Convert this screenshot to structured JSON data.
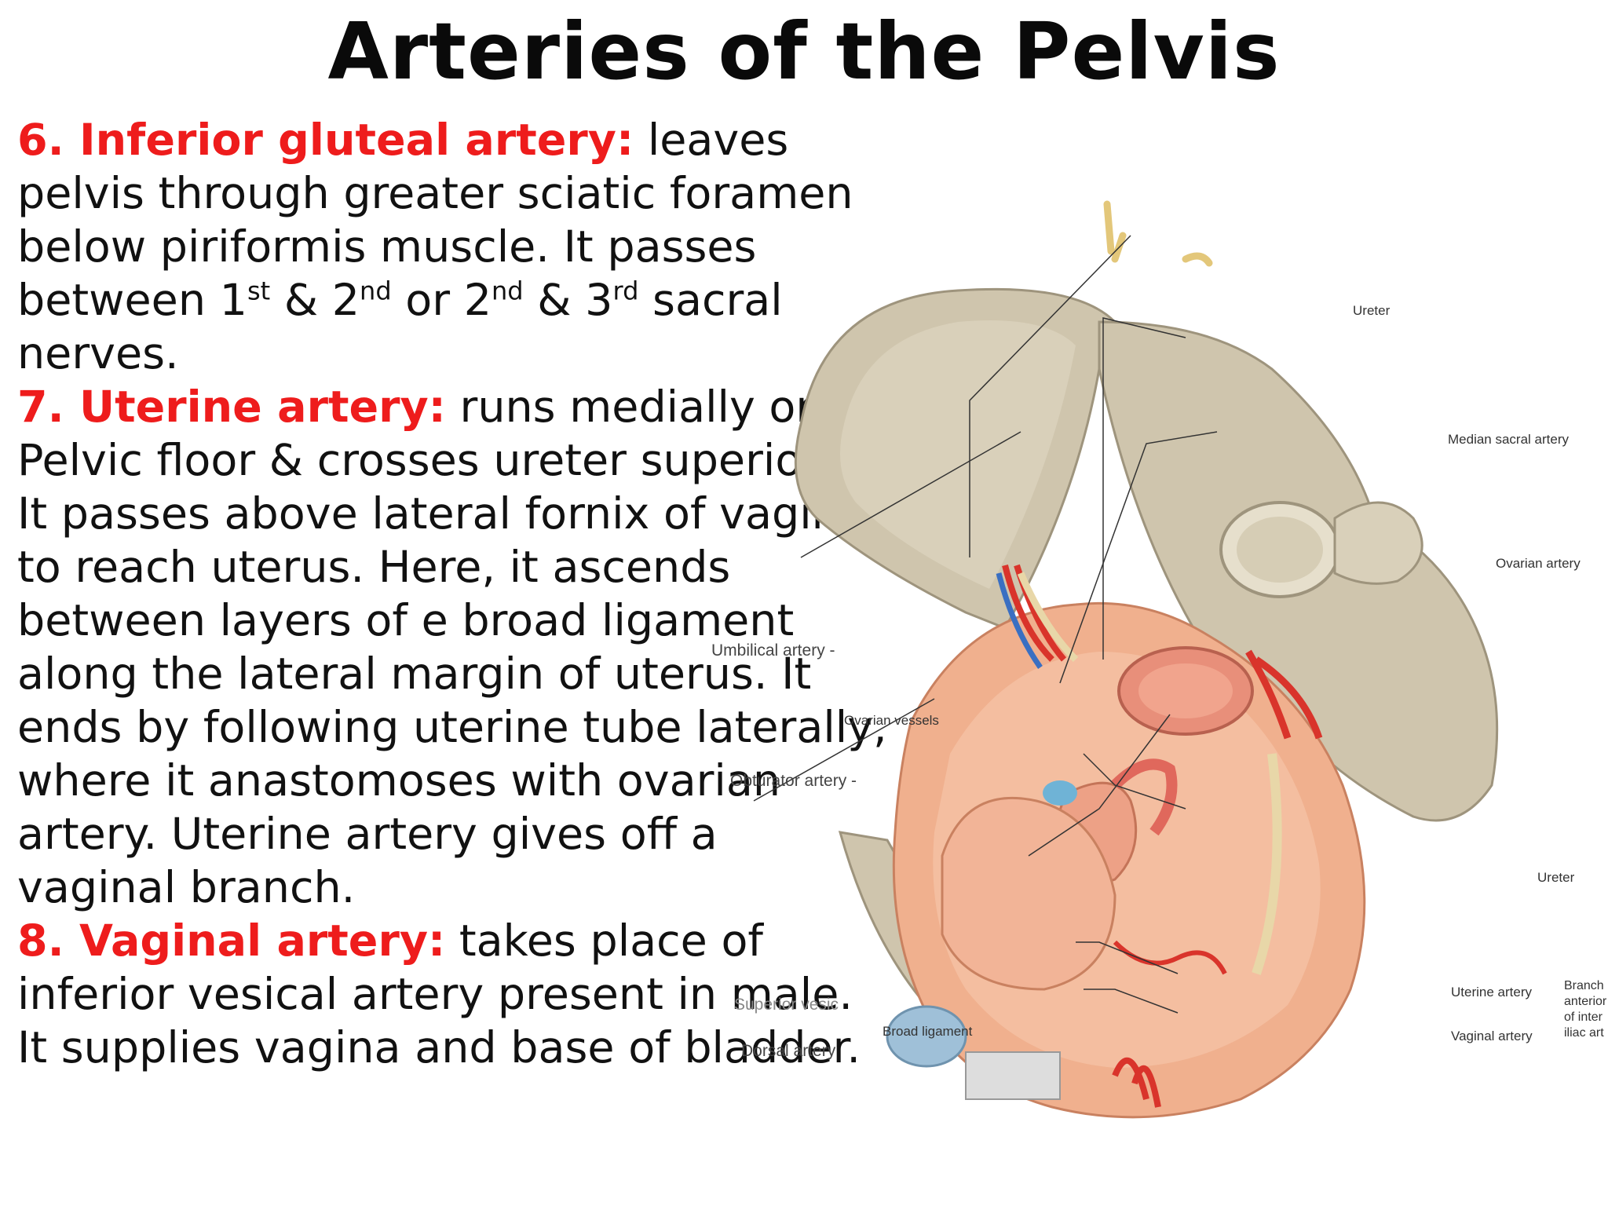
{
  "title": "Arteries of the Pelvis",
  "sections": [
    {
      "heading": "6. Inferior gluteal artery:",
      "text_1": " leaves pelvis through greater sciatic foramen below piriformis muscle. It passes between 1",
      "sup_1": "st",
      "text_2": " & 2",
      "sup_2": "nd",
      "text_3": " or 2",
      "sup_3": "nd",
      "text_4": " & 3",
      "sup_4": "rd",
      "text_5": " sacral nerves."
    },
    {
      "heading": "7. Uterine artery:",
      "text": " runs medially on Pelvic floor & crosses ureter superiorly. It passes above lateral fornix of vagina to reach uterus. Here, it ascends between layers of e broad ligament along the lateral margin of uterus. It ends by following uterine tube laterally, where it anastomoses with ovarian artery. Uterine artery gives off a vaginal branch."
    },
    {
      "heading": "8. Vaginal artery:",
      "text": " takes place of inferior vesical artery present in male. It supplies vagina and base of bladder."
    }
  ],
  "figure_labels": {
    "ureter_top": "Ureter",
    "median_sacral": "Median sacral artery",
    "ovarian_artery": "Ovarian artery",
    "umbilical": "Umbilical artery -",
    "ovarian_vessels": "Ovarian vessels",
    "obturator": "Obturator artery -",
    "ureter_right": "Ureter",
    "uterine_artery": "Uterine artery",
    "vaginal_artery": "Vaginal artery",
    "branches": "Branch",
    "branches_2": "anterior",
    "branches_3": "of inter",
    "branches_4": "iliac art",
    "broad_ligament": "Broad ligament",
    "superior_vesical": "Superior vesic",
    "dorsal_artery": "Dorsal artery"
  },
  "colors": {
    "heading_red": "#ee1c1c",
    "bone": "#cfc5ad",
    "tissue": "#f0b08e",
    "artery": "#d9342b",
    "vein": "#3a6fc2"
  }
}
